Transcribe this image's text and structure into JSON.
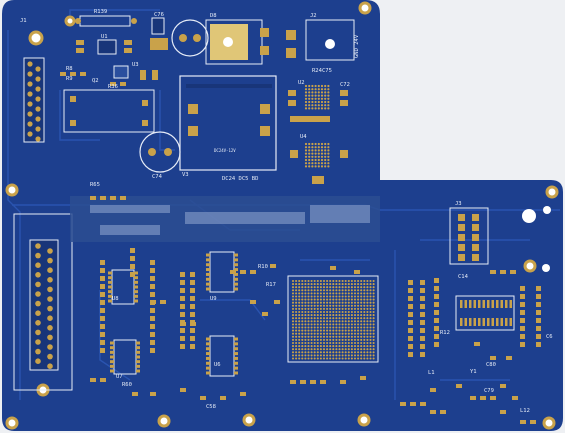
{
  "board": {
    "colors": {
      "background": "#eef0f3",
      "pcb": "#1d3f8e",
      "pcb_dark": "#183579",
      "trace": "#2a54b0",
      "pad": "#c9a24a",
      "pad_light": "#e0c677",
      "silkscreen": "#e6ecf7",
      "hole": "#ffffff"
    },
    "labels": {
      "r139": "R139",
      "c76": "C76",
      "u1": "U1",
      "d8": "D8",
      "j2": "J2",
      "j2_side": "GND 24V",
      "u3": "U3",
      "r8": "R8",
      "r9": "R9",
      "j1": "J1",
      "c74": "C74",
      "v3": "V3",
      "u2": "U2",
      "r24": "R24",
      "c75": "C75",
      "c72": "C72",
      "u4": "U4",
      "j3": "J3",
      "r65": "R65",
      "q2": "Q2",
      "r36": "R36",
      "c80": "C80",
      "l1": "L1",
      "l12": "L12",
      "y1": "Y1",
      "c14": "C14",
      "c6": "C6",
      "r12": "R12",
      "r17": "R17",
      "r10": "R10",
      "u8": "U8",
      "u9": "U9",
      "u7": "U7",
      "u6": "U6",
      "c79": "C79",
      "c58": "C58",
      "r60": "R60",
      "ltc_text": "DC24V-12V",
      "psu_text": "DC24 DC5 BD"
    }
  }
}
